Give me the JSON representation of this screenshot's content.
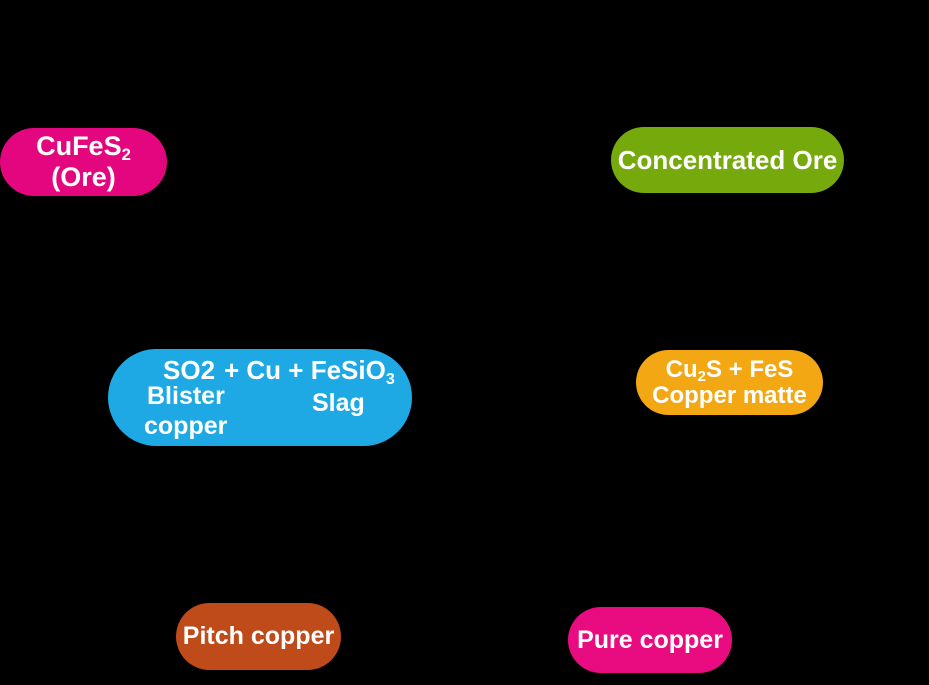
{
  "canvas": {
    "background": "#000000",
    "text_color": "#FFFFFF"
  },
  "nodes": {
    "ore": {
      "color": "#E4067E",
      "formula_main": "CuFeS",
      "formula_sub": "2",
      "label": "(Ore)"
    },
    "concentrated_ore": {
      "color": "#76A90C",
      "label": "Concentrated Ore"
    },
    "blister_copper_slag": {
      "color": "#1FA9E4",
      "formula_part1": "SO2",
      "formula_part2_main": "+ Cu + FeSiO",
      "formula_part2_sub": "3",
      "label_left_line1": "Blister",
      "label_left_line2": "copper",
      "label_right": "Slag"
    },
    "copper_matte": {
      "color": "#F3A712",
      "formula_main": "Cu",
      "formula_sub": "2",
      "formula_rest": "S + FeS",
      "label": "Copper matte"
    },
    "pitch_copper": {
      "color": "#BF4A1A",
      "label": "Pitch copper"
    },
    "pure_copper": {
      "color": "#E90C80",
      "label": "Pure copper"
    }
  }
}
